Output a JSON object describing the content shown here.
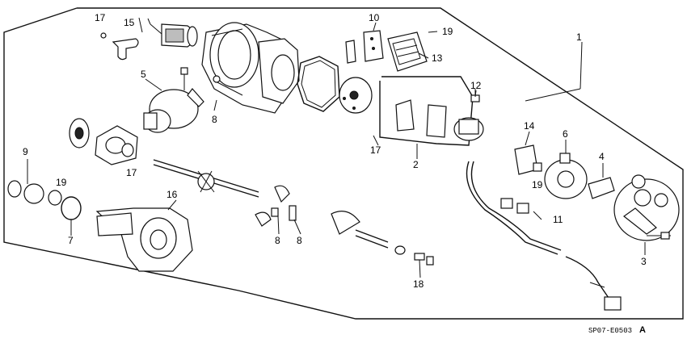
{
  "diagram": {
    "callouts": [
      "1",
      "2",
      "3",
      "4",
      "5",
      "6",
      "7",
      "8",
      "8",
      "8",
      "9",
      "10",
      "11",
      "12",
      "13",
      "14",
      "15",
      "16",
      "17",
      "17",
      "17",
      "18",
      "19",
      "19",
      "19"
    ],
    "drawing_code": "SP07-E0503",
    "drawing_code_suffix": "A"
  }
}
